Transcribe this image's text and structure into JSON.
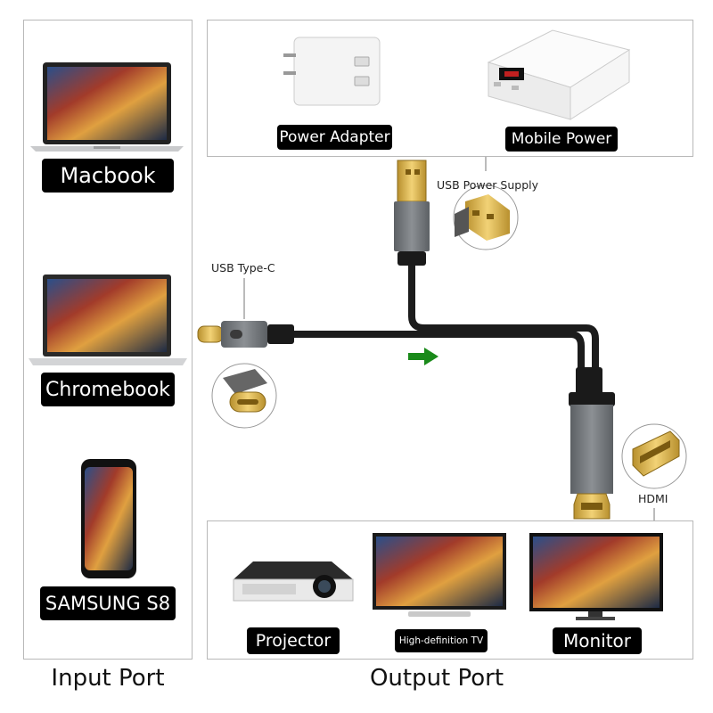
{
  "input_panel": {
    "devices": [
      {
        "name": "laptop-macbook",
        "label": "Macbook"
      },
      {
        "name": "laptop-chromebook",
        "label": "Chromebook"
      },
      {
        "name": "phone-samsung",
        "label": "SAMSUNG S8"
      }
    ],
    "caption": "Input Port"
  },
  "power_panel": {
    "items": [
      {
        "name": "power-adapter",
        "label": "Power Adapter"
      },
      {
        "name": "mobile-power",
        "label": "Mobile Power"
      }
    ]
  },
  "output_panel": {
    "items": [
      {
        "name": "projector",
        "label": "Projector"
      },
      {
        "name": "hd-tv",
        "label": "High-definition TV"
      },
      {
        "name": "monitor",
        "label": "Monitor"
      }
    ],
    "caption": "Output Port"
  },
  "connectors": {
    "usb_power_label": "USB Power Supply",
    "usb_c_label": "USB Type-C",
    "hdmi_label": "HDMI"
  },
  "colors": {
    "arrow": "#1a8a1a",
    "cable": "#1c1c1c",
    "metal": "#6e7276",
    "gold": "#d8b44a",
    "label_bg": "#000000"
  }
}
